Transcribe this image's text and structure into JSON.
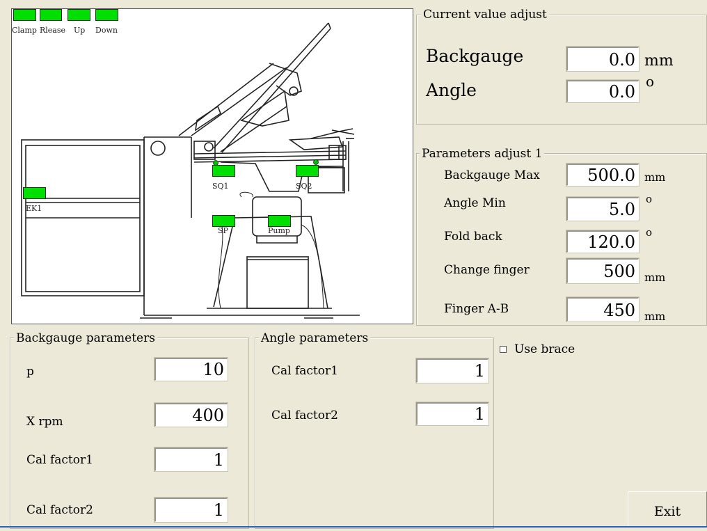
{
  "indicators": {
    "clamp": "Clamp",
    "release": "Rlease",
    "up": "Up",
    "down": "Down",
    "ek1": "EK1",
    "sq1": "SQ1",
    "sq2": "SQ2",
    "sp": "SP",
    "pump": "Pump"
  },
  "current_value": {
    "title": "Current value adjust",
    "backgauge_label": "Backgauge",
    "backgauge_value": "0.0",
    "backgauge_unit": "mm",
    "angle_label": "Angle",
    "angle_value": "0.0",
    "angle_unit": "o"
  },
  "params1": {
    "title": "Parameters adjust 1",
    "backgauge_max_label": "Backgauge Max",
    "backgauge_max_value": "500.0",
    "backgauge_max_unit": "mm",
    "angle_min_label": "Angle Min",
    "angle_min_value": "5.0",
    "angle_min_unit": "o",
    "fold_back_label": "Fold back",
    "fold_back_value": "120.0",
    "fold_back_unit": "o",
    "change_finger_label": "Change finger",
    "change_finger_value": "500",
    "change_finger_unit": "mm",
    "finger_ab_label": "Finger A-B",
    "finger_ab_value": "450",
    "finger_ab_unit": "mm"
  },
  "backgauge_params": {
    "title": "Backgauge parameters",
    "p_label": "p",
    "p_value": "10",
    "x_rpm_label": "X rpm",
    "x_rpm_value": "400",
    "cal1_label": "Cal factor1",
    "cal1_value": "1",
    "cal2_label": "Cal factor2",
    "cal2_value": "1"
  },
  "angle_params": {
    "title": "Angle parameters",
    "cal1_label": "Cal factor1",
    "cal1_value": "1",
    "cal2_label": "Cal factor2",
    "cal2_value": "1"
  },
  "use_brace_label": "Use brace",
  "exit_label": "Exit",
  "colors": {
    "indicator_on": "#00e000",
    "window_bg": "#ece9d8"
  }
}
